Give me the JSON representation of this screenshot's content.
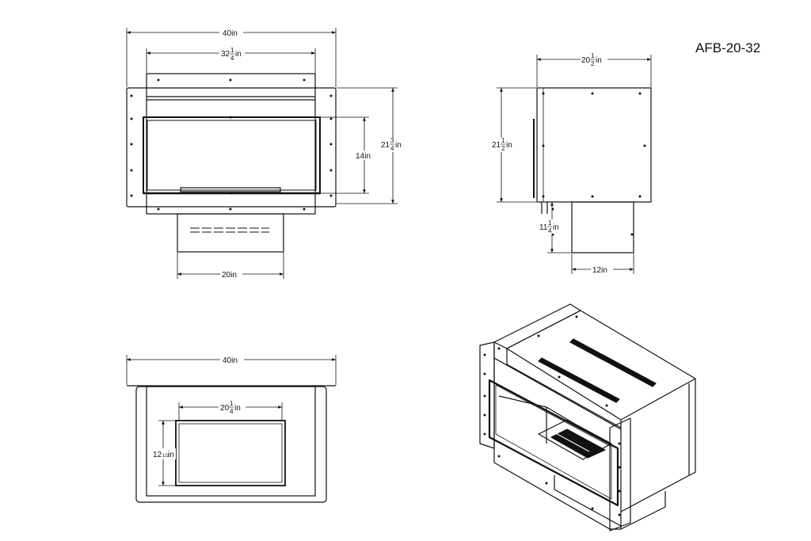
{
  "model": "AFB-20-32",
  "front_view": {
    "overall_width": "40in",
    "inner_width": {
      "whole": "32",
      "num": "1",
      "den": "4",
      "unit": "in"
    },
    "overall_height": {
      "whole": "21",
      "num": "3",
      "den": "4",
      "unit": "in"
    },
    "opening_height": "14in",
    "base_width": "20in"
  },
  "side_view": {
    "depth": {
      "whole": "20",
      "num": "1",
      "den": "2",
      "unit": "in"
    },
    "height": {
      "whole": "21",
      "num": "1",
      "den": "2",
      "unit": "in"
    },
    "base_height": {
      "whole": "11",
      "num": "1",
      "den": "4",
      "unit": "in"
    },
    "base_depth": "12in"
  },
  "bottom_view": {
    "overall_width": "40in",
    "cutout_width": {
      "whole": "20",
      "num": "1",
      "den": "4",
      "unit": "in"
    },
    "cutout_depth": {
      "whole": "12",
      "frac_text": "1/2",
      "unit": "in"
    }
  }
}
